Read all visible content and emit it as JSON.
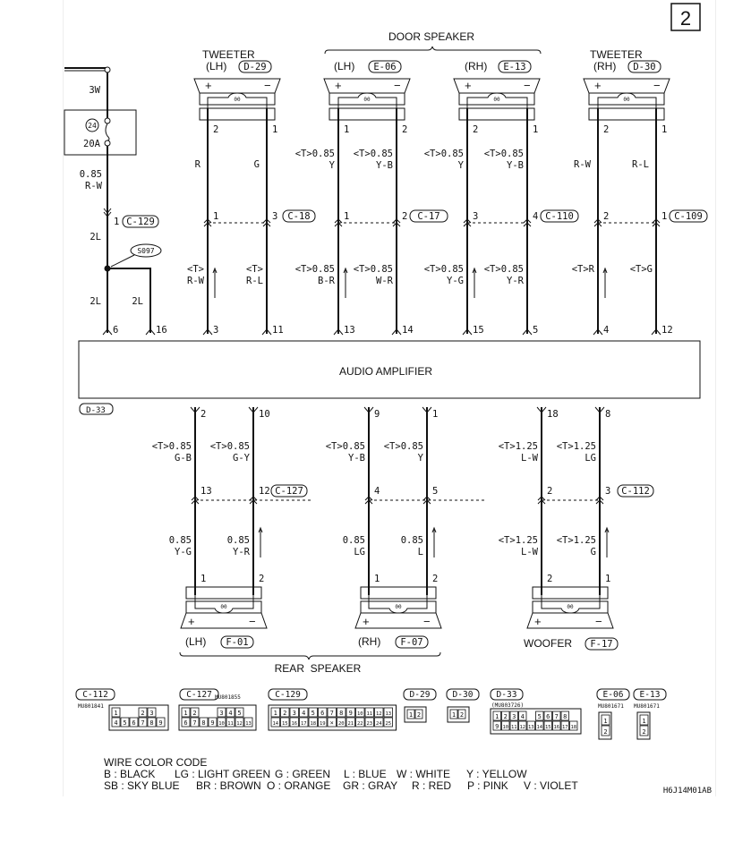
{
  "page_number": "2",
  "diagram_code": "H6J14M01AB",
  "top_components": {
    "door_speaker_group_label": "DOOR SPEAKER",
    "tweeter_lh": {
      "name": "TWEETER",
      "side": "(LH)",
      "connector": "D-29",
      "pin_left": "2",
      "pin_right": "1",
      "wire_left": "R",
      "wire_right": "G"
    },
    "door_lh": {
      "side": "(LH)",
      "connector": "E-06",
      "pin_left": "1",
      "pin_right": "2",
      "wire_left_1": "<T>0.85",
      "wire_left_2": "Y",
      "wire_right_1": "<T>0.85",
      "wire_right_2": "Y-B"
    },
    "door_rh": {
      "side": "(RH)",
      "connector": "E-13",
      "pin_left": "2",
      "pin_right": "1",
      "wire_left_1": "<T>0.85",
      "wire_left_2": "Y",
      "wire_right_1": "<T>0.85",
      "wire_right_2": "Y-B"
    },
    "tweeter_rh": {
      "name": "TWEETER",
      "side": "(RH)",
      "connector": "D-30",
      "pin_left": "2",
      "pin_right": "1",
      "wire_left": "R-W",
      "wire_right": "R-L"
    },
    "speaker_plus": "+",
    "speaker_minus": "−",
    "coil_symbol": "00"
  },
  "power_feed": {
    "wire_top": "3W",
    "fuse_number": "24",
    "fuse_rating": "20A",
    "wire_size": "0.85",
    "wire_color": "R-W",
    "junction_pin": "1",
    "junction_connector": "C-129",
    "wire_2l_a": "2L",
    "splice": "S097",
    "wire_2l_b": "2L",
    "wire_2l_c": "2L"
  },
  "upper_junctions": [
    {
      "pin_left": "1",
      "pin_right": "3",
      "connector": "C-18"
    },
    {
      "pin_left": "1",
      "pin_right": "2",
      "connector": "C-17"
    },
    {
      "pin_left": "3",
      "pin_right": "4",
      "connector": "C-110"
    },
    {
      "pin_left": "2",
      "pin_right": "1",
      "connector": "C-109"
    }
  ],
  "upper_lower_wires": [
    {
      "left_1": "<T>",
      "left_2": "R-W",
      "right_1": "<T>",
      "right_2": "R-L"
    },
    {
      "left_1": "<T>0.85",
      "left_2": "B-R",
      "right_1": "<T>0.85",
      "right_2": "W-R"
    },
    {
      "left_1": "<T>0.85",
      "left_2": "Y-G",
      "right_1": "<T>0.85",
      "right_2": "Y-R"
    },
    {
      "left_1": "<T>R",
      "left_2": "",
      "right_1": "<T>G",
      "right_2": ""
    }
  ],
  "amp_top_pins": [
    "6",
    "16",
    "3",
    "11",
    "13",
    "14",
    "15",
    "5",
    "4",
    "12"
  ],
  "amplifier": {
    "label": "AUDIO AMPLIFIER",
    "connector": "D-33"
  },
  "amp_bottom_pins": [
    "2",
    "10",
    "9",
    "1",
    "18",
    "8"
  ],
  "bottom_upper_wires": [
    {
      "left_1": "<T>0.85",
      "left_2": "G-B",
      "right_1": "<T>0.85",
      "right_2": "G-Y"
    },
    {
      "left_1": "<T>0.85",
      "left_2": "Y-B",
      "right_1": "<T>0.85",
      "right_2": "Y"
    },
    {
      "left_1": "<T>1.25",
      "left_2": "L-W",
      "right_1": "<T>1.25",
      "right_2": "LG"
    }
  ],
  "bottom_junctions": [
    {
      "pin_left": "13",
      "pin_right": "12",
      "connector": "C-127"
    },
    {
      "pin_left": "4",
      "pin_right": "5",
      "connector": ""
    },
    {
      "pin_left": "2",
      "pin_right": "3",
      "connector": "C-112"
    }
  ],
  "bottom_lower_wires": [
    {
      "left_1": "0.85",
      "left_2": "Y-G",
      "right_1": "0.85",
      "right_2": "Y-R"
    },
    {
      "left_1": "0.85",
      "left_2": "LG",
      "right_1": "0.85",
      "right_2": "L"
    },
    {
      "left_1": "<T>1.25",
      "left_2": "L-W",
      "right_1": "<T>1.25",
      "right_2": "G"
    }
  ],
  "bottom_components": {
    "rear_group_label": "REAR  SPEAKER",
    "rear_lh": {
      "side": "(LH)",
      "connector": "F-01",
      "pin_left": "1",
      "pin_right": "2"
    },
    "rear_rh": {
      "side": "(RH)",
      "connector": "F-07",
      "pin_left": "1",
      "pin_right": "2"
    },
    "woofer": {
      "name": "WOOFER",
      "connector": "F-17",
      "pin_left": "2",
      "pin_right": "1"
    }
  },
  "connector_views": [
    {
      "id": "C-112",
      "part": "MU801841",
      "rows": [
        [
          "1",
          "",
          "",
          "2",
          "3"
        ],
        [
          "4",
          "5",
          "6",
          "7",
          "8",
          "9"
        ]
      ]
    },
    {
      "id": "C-127",
      "part": "MU801855",
      "rows": [
        [
          "1",
          "2",
          "",
          "",
          "3",
          "4",
          "5"
        ],
        [
          "6",
          "7",
          "8",
          "9",
          "10",
          "11",
          "12",
          "13"
        ]
      ]
    },
    {
      "id": "C-129",
      "part": "",
      "rows": [
        [
          "1",
          "2",
          "3",
          "4",
          "5",
          "6",
          "7",
          "8",
          "9",
          "10",
          "11",
          "12",
          "13"
        ],
        [
          "14",
          "15",
          "16",
          "17",
          "18",
          "19",
          "×",
          "20",
          "21",
          "22",
          "23",
          "24",
          "25"
        ]
      ]
    },
    {
      "id": "D-29",
      "part": "",
      "rows": [
        [
          "1",
          "2"
        ]
      ]
    },
    {
      "id": "D-30",
      "part": "",
      "rows": [
        [
          "1",
          "2"
        ]
      ]
    },
    {
      "id": "D-33",
      "part": "(MU803726)",
      "rows": [
        [
          "1",
          "2",
          "3",
          "4",
          "",
          "5",
          "6",
          "7",
          "8"
        ],
        [
          "9",
          "10",
          "11",
          "12",
          "13",
          "14",
          "15",
          "16",
          "17",
          "18"
        ]
      ]
    },
    {
      "id": "E-06",
      "part": "MU801671",
      "rows": [
        [
          "1"
        ],
        [
          "2"
        ]
      ]
    },
    {
      "id": "E-13",
      "part": "MU801671",
      "rows": [
        [
          "1"
        ],
        [
          "2"
        ]
      ]
    }
  ],
  "wire_color_code": {
    "title": "WIRE COLOR CODE",
    "line1": [
      "B : BLACK",
      "LG : LIGHT GREEN",
      "G : GREEN",
      "L : BLUE",
      "W : WHITE",
      "Y : YELLOW"
    ],
    "line2": [
      "SB : SKY BLUE",
      "BR : BROWN",
      "O : ORANGE",
      "GR : GRAY",
      "R : RED",
      "P : PINK",
      "V : VIOLET"
    ]
  }
}
